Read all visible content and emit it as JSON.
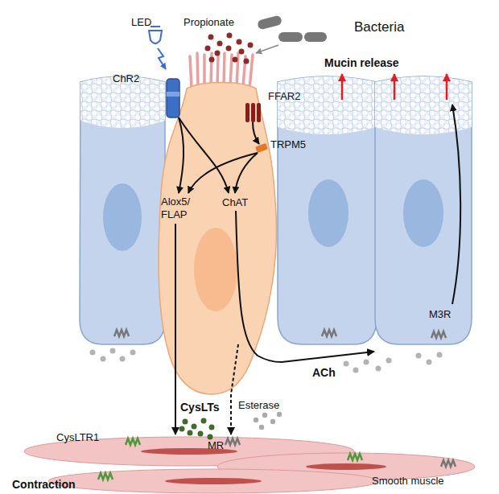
{
  "diagram": {
    "nodes": [
      {
        "text": [
          "Alox5/ FLAP",
          "ChAT"
        ]
      },
      {
        "text": [
          "M3R"
        ]
      },
      {
        "text": [
          "Smooth muscle"
        ]
      }
    ],
    "edges": [
      {
        "from": 0,
        "to": 2,
        "label": "CysLTs",
        "arrow": "to"
      },
      {
        "from": 0,
        "to": 1,
        "label": "ACh",
        "arrow": "to"
      },
      {
        "from": 0,
        "to": 2,
        "label": "Esterase",
        "arrow": "to"
      }
    ],
    "labels": [
      "LED",
      "Propionate",
      "Bacteria",
      "ChR2",
      "FFAR2",
      "TRPM5",
      "Mucin release",
      "CysLTR1",
      "MR",
      "Contraction"
    ]
  }
}
